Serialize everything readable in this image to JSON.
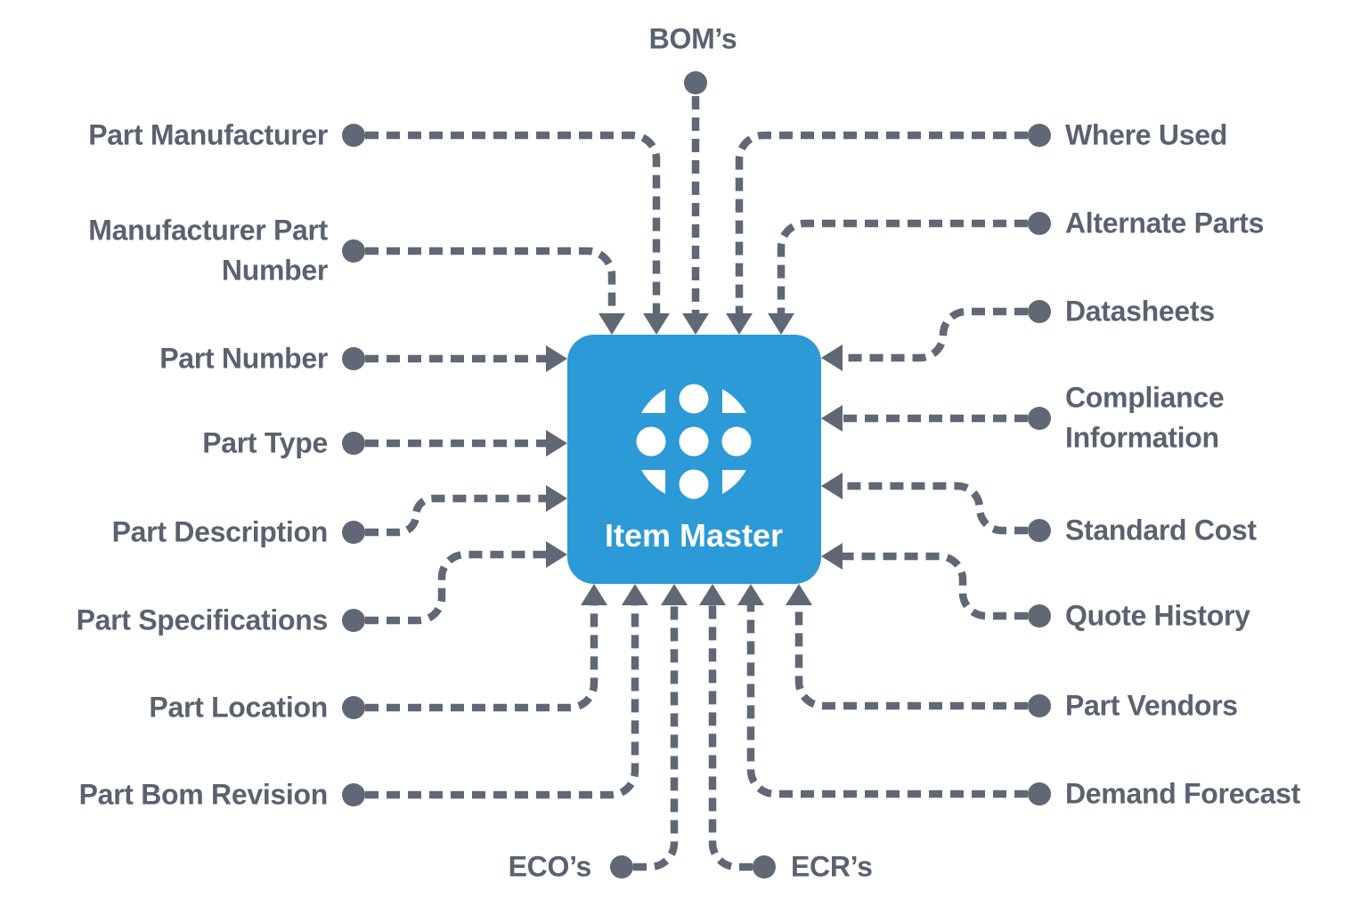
{
  "diagram": {
    "center": {
      "title": "Item Master",
      "logo": "dot-grid-globe-icon"
    },
    "nodes": {
      "top": [
        {
          "label": "BOM’s"
        }
      ],
      "left": [
        {
          "label": "Part Manufacturer"
        },
        {
          "label": "Manufacturer Part\nNumber"
        },
        {
          "label": "Part Number"
        },
        {
          "label": "Part Type"
        },
        {
          "label": "Part Description"
        },
        {
          "label": "Part Specifications"
        },
        {
          "label": "Part Location"
        },
        {
          "label": "Part Bom Revision"
        }
      ],
      "right": [
        {
          "label": "Where Used"
        },
        {
          "label": "Alternate Parts"
        },
        {
          "label": "Datasheets"
        },
        {
          "label": "Compliance\nInformation"
        },
        {
          "label": "Standard Cost"
        },
        {
          "label": "Quote History"
        },
        {
          "label": "Part Vendors"
        },
        {
          "label": "Demand Forecast"
        }
      ],
      "bottom": [
        {
          "label": "ECO’s"
        },
        {
          "label": "ECR’s"
        }
      ]
    },
    "colors": {
      "box_blue": "#2b9ad6",
      "line_gray": "#5f6874",
      "label_gray": "#5a6270",
      "logo_white": "#ffffff"
    }
  }
}
